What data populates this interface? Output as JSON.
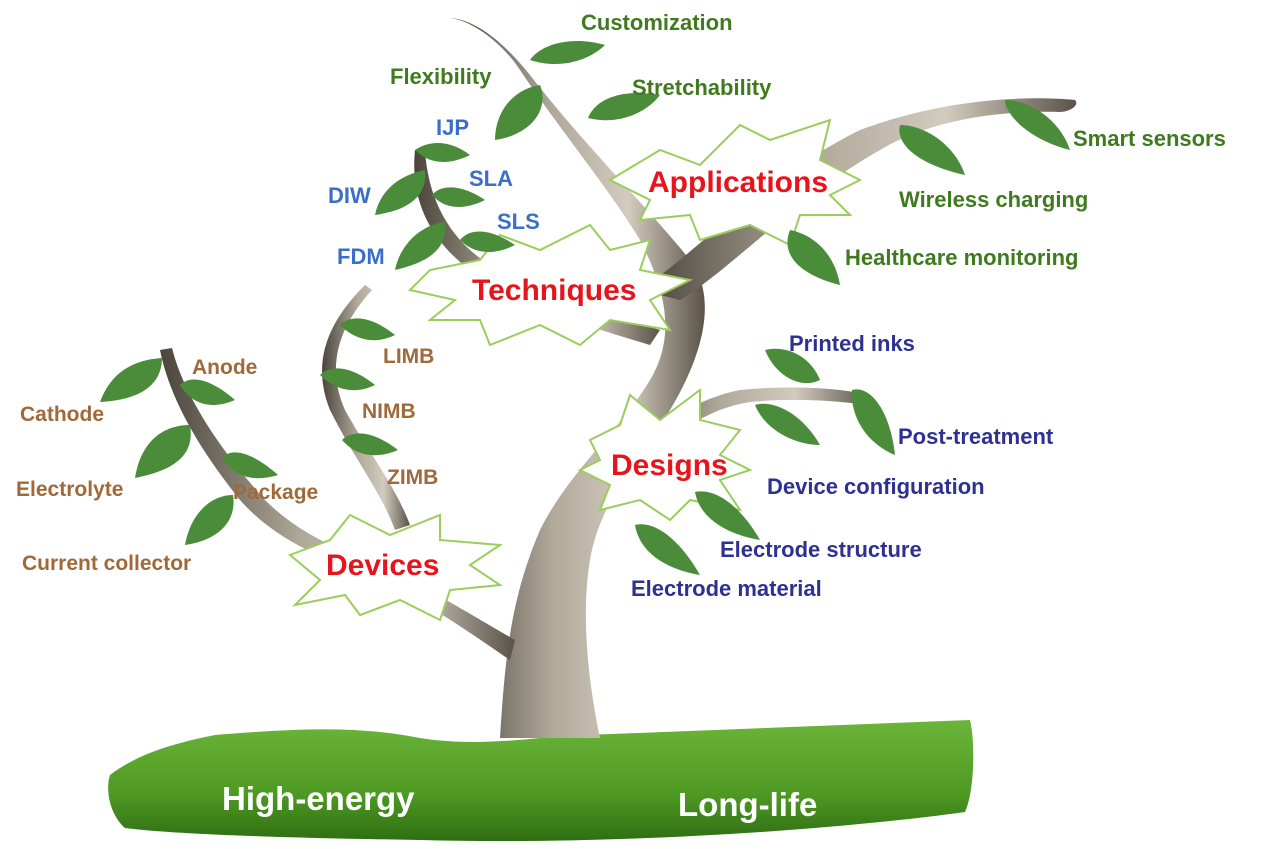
{
  "title": "3D-printed battery development tree",
  "colors": {
    "category": "#e8141c",
    "applications": "#3f7a1e",
    "techniques": "#3a6fc9",
    "devices": "#a0693a",
    "designs": "#2e3191",
    "leaf": "#4a8c3a",
    "ground": "#4f9a24",
    "bark": "#8f8679"
  },
  "categories": {
    "applications": "Applications",
    "techniques": "Techniques",
    "devices": "Devices",
    "designs": "Designs"
  },
  "applications": [
    "Customization",
    "Flexibility",
    "Stretchability",
    "Smart sensors",
    "Wireless charging",
    "Healthcare monitoring"
  ],
  "techniques": [
    "IJP",
    "DIW",
    "SLA",
    "SLS",
    "FDM"
  ],
  "devices": [
    "Anode",
    "Cathode",
    "Electrolyte",
    "Package",
    "Current collector",
    "LIMB",
    "NIMB",
    "ZIMB"
  ],
  "designs": [
    "Printed inks",
    "Post-treatment",
    "Device configuration",
    "Electrode structure",
    "Electrode material"
  ],
  "ground": {
    "left": "High-energy",
    "right": "Long-life"
  }
}
